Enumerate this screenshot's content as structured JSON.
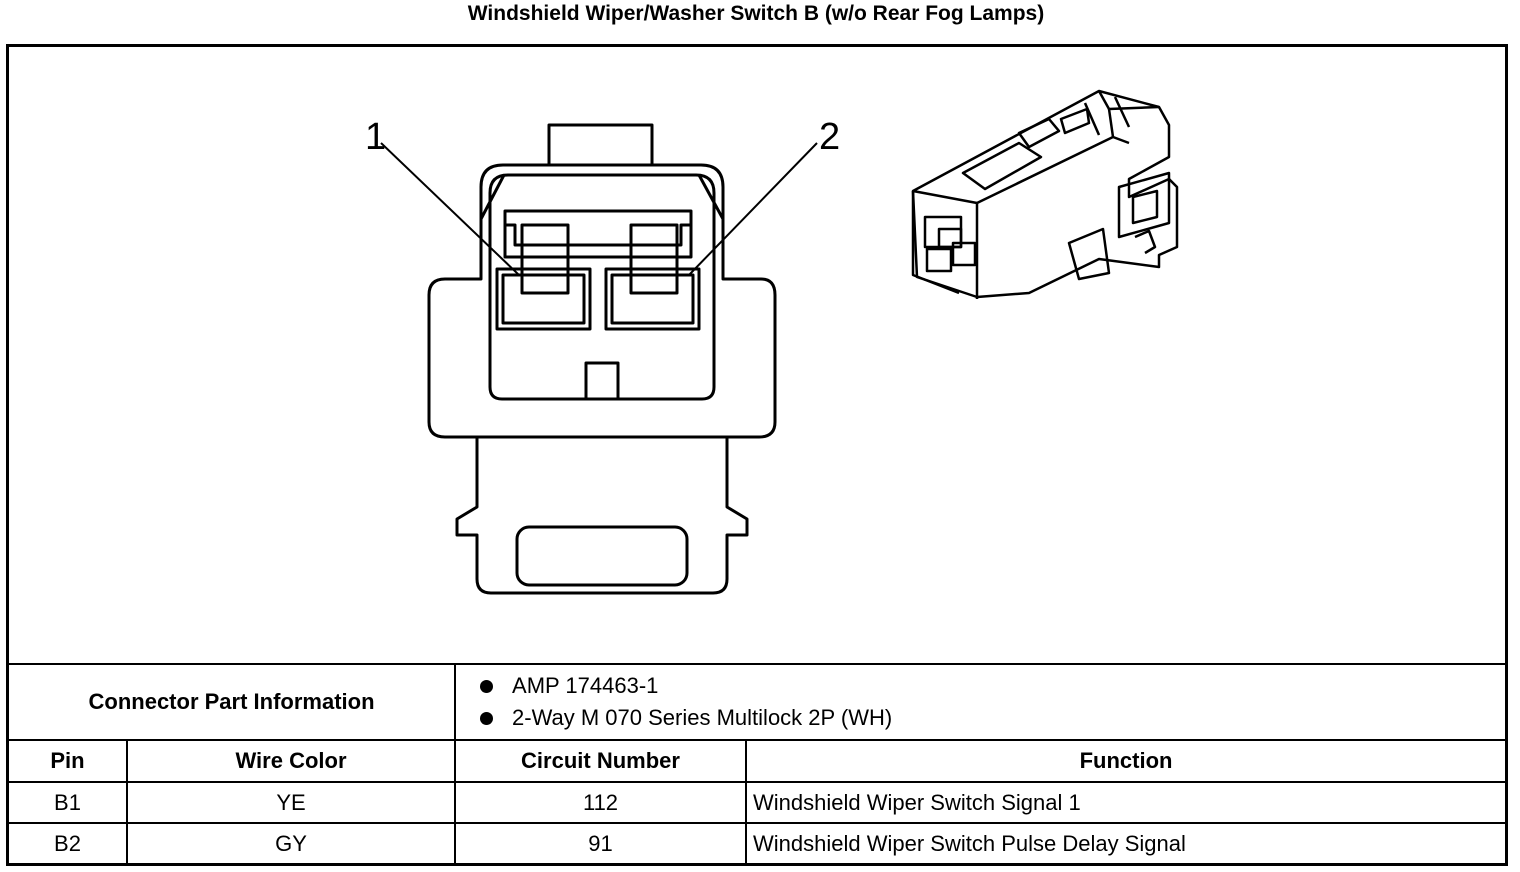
{
  "title": "Windshield Wiper/Washer Switch B (w/o Rear Fog Lamps)",
  "diagram": {
    "callouts": [
      "1",
      "2"
    ]
  },
  "connector_info": {
    "label": "Connector Part Information",
    "items": [
      "AMP 174463-1",
      "2-Way M 070 Series Multilock 2P (WH)"
    ]
  },
  "table": {
    "headers": [
      "Pin",
      "Wire Color",
      "Circuit Number",
      "Function"
    ],
    "rows": [
      {
        "pin": "B1",
        "wire_color": "YE",
        "circuit": "112",
        "function": "Windshield Wiper Switch Signal 1"
      },
      {
        "pin": "B2",
        "wire_color": "GY",
        "circuit": "91",
        "function": "Windshield Wiper Switch Pulse Delay Signal"
      }
    ]
  }
}
